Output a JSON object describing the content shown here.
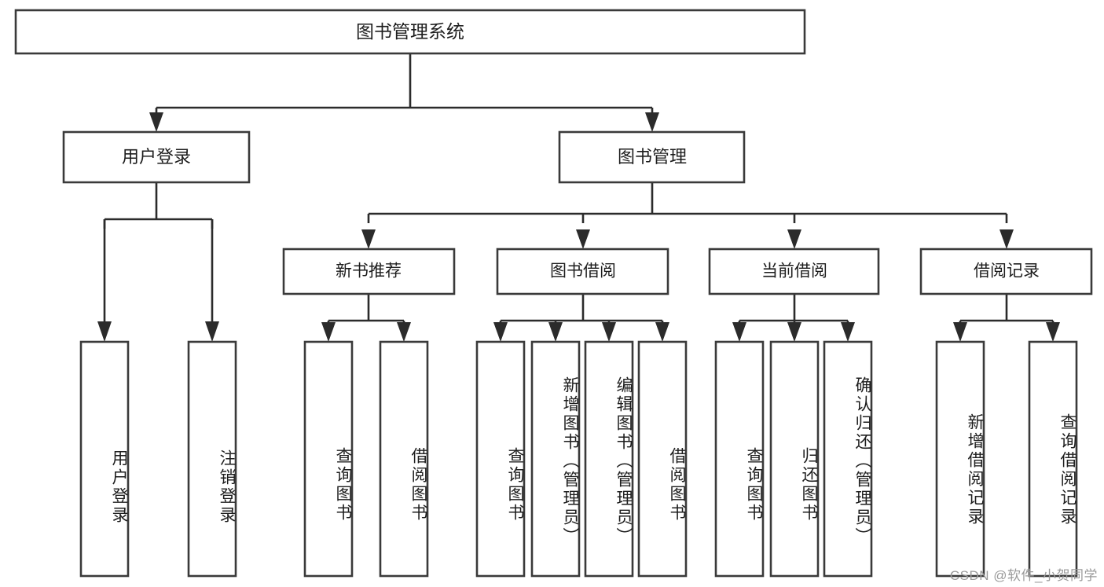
{
  "diagram": {
    "type": "tree-hierarchy",
    "title": "图书管理系统",
    "orientation": "top-down",
    "colors": {
      "box_stroke": "#3a3a3a",
      "box_fill": "#ffffff",
      "connector": "#2b2b2b",
      "text": "#1d1d1d",
      "watermark": "#9a9a9a",
      "background": "#ffffff"
    },
    "root": {
      "label": "图书管理系统"
    },
    "level2": [
      {
        "label": "用户登录"
      },
      {
        "label": "图书管理"
      }
    ],
    "level3": [
      {
        "label": "新书推荐"
      },
      {
        "label": "图书借阅"
      },
      {
        "label": "当前借阅"
      },
      {
        "label": "借阅记录"
      }
    ],
    "leaves": {
      "user_login": [
        {
          "label": "用户登录"
        },
        {
          "label": "注销登录"
        }
      ],
      "new_book_recommend": [
        {
          "label": "查询图书"
        },
        {
          "label": "借阅图书"
        }
      ],
      "book_borrow": [
        {
          "label": "查询图书"
        },
        {
          "label": "新增图书（管理员）"
        },
        {
          "label": "编辑图书（管理员）"
        },
        {
          "label": "借阅图书"
        }
      ],
      "current_borrow": [
        {
          "label": "查询图书"
        },
        {
          "label": "归还图书"
        },
        {
          "label": "确认归还（管理员）"
        }
      ],
      "borrow_record": [
        {
          "label": "新增借阅记录"
        },
        {
          "label": "查询借阅记录"
        }
      ]
    }
  },
  "watermark": {
    "text": "CSDN @软件_小贺同学"
  }
}
